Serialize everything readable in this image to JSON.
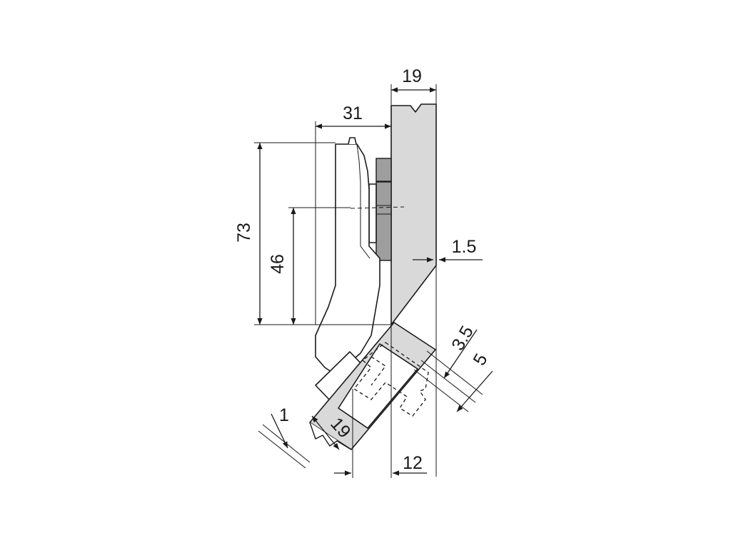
{
  "dimensions": {
    "carcass_thickness": "19",
    "arm_depth": "31",
    "total_height": "73",
    "cup_height": "46",
    "gap": "1.5",
    "offset_a": "3.5",
    "offset_b": "5",
    "door_thickness": "19",
    "door_gap": "1",
    "cup_offset": "12"
  }
}
